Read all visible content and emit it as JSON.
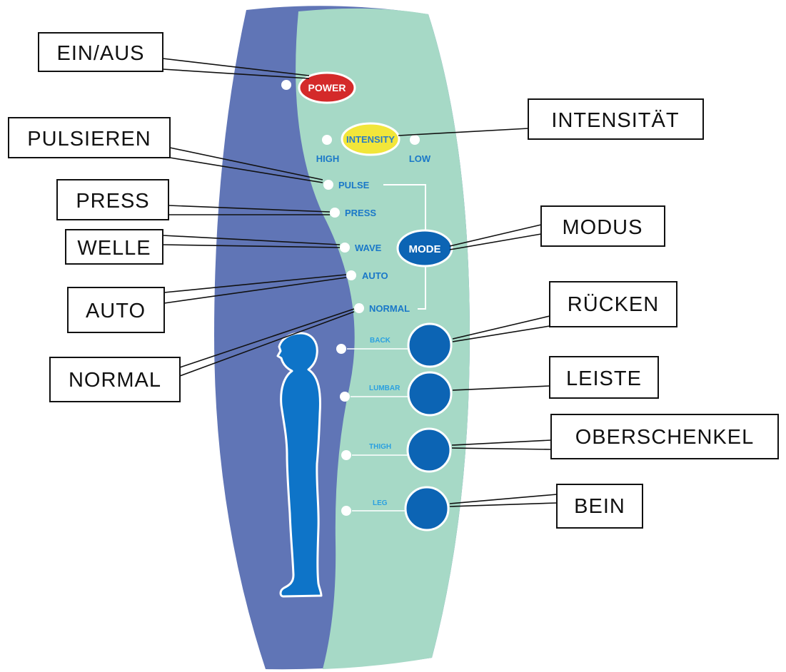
{
  "remote": {
    "power_button": "POWER",
    "intensity_button": "INTENSITY",
    "intensity_high": "HIGH",
    "intensity_low": "LOW",
    "mode_button": "MODE",
    "modes": [
      "PULSE",
      "PRESS",
      "WAVE",
      "AUTO",
      "NORMAL"
    ],
    "zones": [
      "BACK",
      "LUMBAR",
      "THIGH",
      "LEG"
    ]
  },
  "callouts": {
    "power": "EIN/AUS",
    "intensity": "INTENSITÄT",
    "pulse": "PULSIEREN",
    "press": "PRESS",
    "wave": "WELLE",
    "auto": "AUTO",
    "normal": "NORMAL",
    "mode": "MODUS",
    "back": "RÜCKEN",
    "lumbar": "LEISTE",
    "thigh": "OBERSCHENKEL",
    "leg": "BEIN"
  },
  "colors": {
    "panel_blue": "#6075b6",
    "panel_green": "#a6d9c6",
    "power": "#d42a2a",
    "intensity": "#f2e63a",
    "mode": "#0c64b4",
    "zone_buttons": "#0c64b4",
    "figure": "#0e74c8"
  }
}
